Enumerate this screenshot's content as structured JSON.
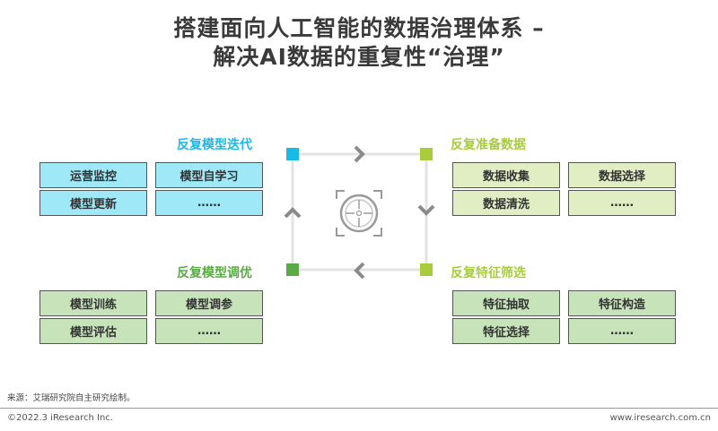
{
  "title": {
    "line1": "搭建面向人工智能的数据治理体系 –",
    "line2": "解决AI数据的重复性“治理”"
  },
  "groups": {
    "top_left": {
      "title": "反复模型迭代",
      "items": [
        "运营监控",
        "模型自学习",
        "模型更新",
        "……"
      ]
    },
    "top_right": {
      "title": "反复准备数据",
      "items": [
        "数据收集",
        "数据选择",
        "数据清洗",
        "……"
      ]
    },
    "bottom_left": {
      "title": "反复模型调优",
      "items": [
        "模型训练",
        "模型调参",
        "模型评估",
        "……"
      ]
    },
    "bottom_right": {
      "title": "反复特征筛选",
      "items": [
        "特征抽取",
        "特征构造",
        "特征选择",
        "……"
      ]
    }
  },
  "colors": {
    "cyan": "#19b9e6",
    "lime": "#a8cc3a",
    "green": "#5aab46",
    "arrow": "#8a8a8a",
    "square_line": "#e3e3e3"
  },
  "footer": {
    "source": "来源：艾瑞研究院自主研究绘制。",
    "copyright": "©2022.3 iResearch Inc.",
    "website": "www.iresearch.com.cn"
  }
}
